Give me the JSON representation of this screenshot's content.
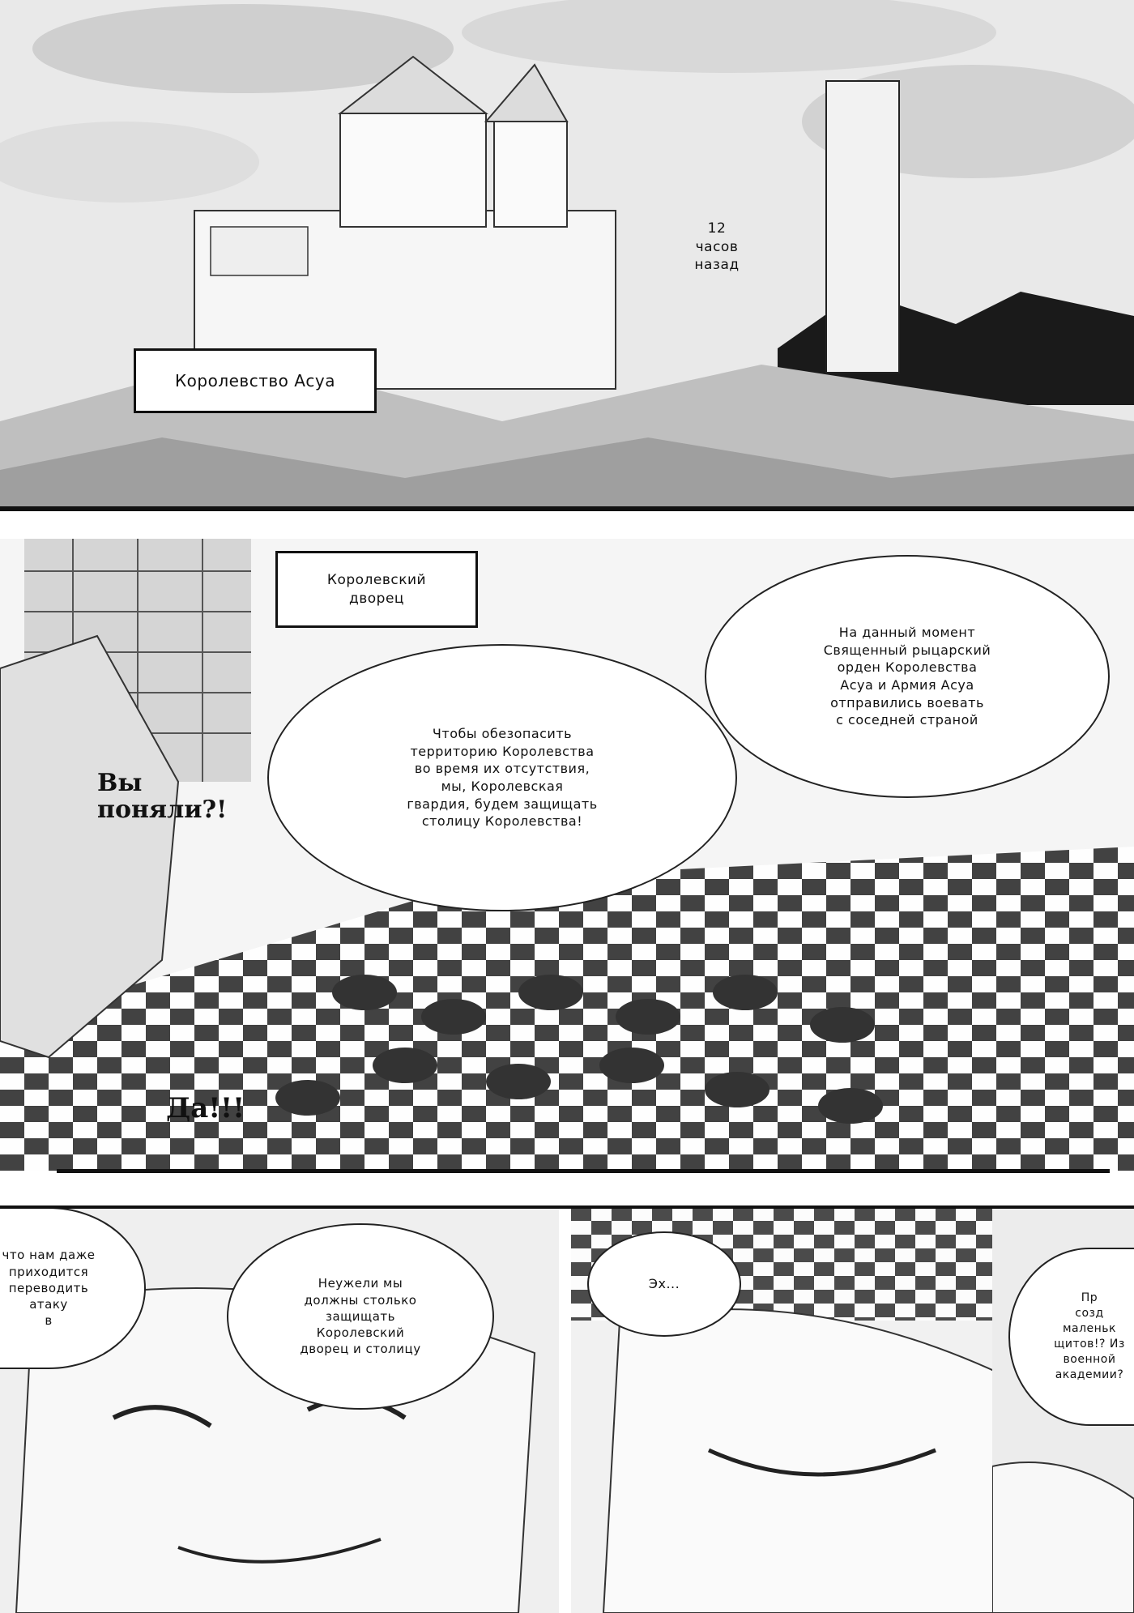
{
  "panel1": {
    "caption_time": "12\nчасов\nназад",
    "caption_place": "Королевство Асуа"
  },
  "panel2": {
    "caption_location": "Королевский\nдворец",
    "speech_top": "На данный момент\nСвященный рыцарский\nорден Королевства\nАсуа и Армия Асуа\nотправились воевать\nс соседней страной",
    "speech_bottom": "Чтобы обезопасить\nтерриторию Королевства\nво время их отсутствия,\nмы, Королевская\nгвардия, будем защищать\nстолицу Королевства!",
    "sfx_question": "Вы\nпоняли?!",
    "sfx_shout": "Да!!!"
  },
  "panel3": {
    "speech_left": "что нам даже\nприходится\nпереводить\nатаку\nв",
    "speech_middle": "Неужели мы\nдолжны столько\nзащищать\nКоролевский\nдворец и столицу"
  },
  "panel4": {
    "speech_sigh": "Эх..."
  },
  "panel5": {
    "speech_right": "Пр\nсозд\nмаленьк\nщитов!? Из\nвоенной\nакадемии?"
  }
}
